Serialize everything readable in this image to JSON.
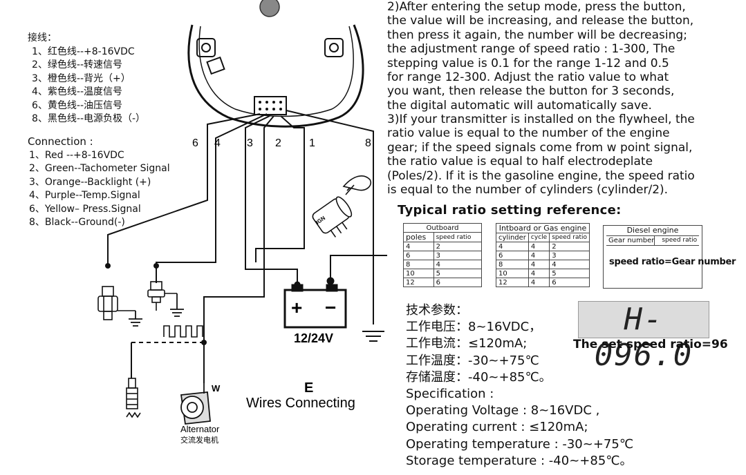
{
  "wiring_cn": {
    "title": "接线：",
    "items": [
      "1、红色线--+8-16VDC",
      "2、绿色线--转速信号",
      "3、橙色线--背光（+）",
      "4、紫色线--温度信号",
      "6、黄色线--油压信号",
      "8、黑色线--电源负极（-）"
    ]
  },
  "wiring_en": {
    "title": "Connection :",
    "items": [
      "1、Red --+8-16VDC",
      "2、Green--Tachometer Signal",
      "3、Orange--Backlight (+)",
      "4、Purple--Temp.Signal",
      "6、Yellow– Press.Signal",
      "8、Black--Ground(-)"
    ]
  },
  "diagram": {
    "wire_numbers": [
      "6",
      "4",
      "3",
      "2",
      "1",
      "8"
    ],
    "battery_label": "12/24V",
    "battery_plus": "+",
    "battery_minus": "−",
    "alternator_label": "Alternator",
    "alternator_label_cn": "交流发电机",
    "w_label": "W",
    "ign_label": "IGN",
    "section_letter": "E",
    "section_title": "Wires Connecting"
  },
  "instructions": {
    "lines_2": [
      "2)After entering the setup mode, press the button,",
      "   the value will be increasing, and release the button,",
      "   then press it again, the number will be decreasing;",
      "   the adjustment range of speed ratio : 1-300, The",
      "   stepping  value is 0.1 for  the range 1-12  and 0.5",
      "   for range 12-300. Adjust the ratio value to  what",
      "   you want, then  release the button for  3 seconds,",
      "   the digital  automatic will automatically  save."
    ],
    "lines_3": [
      "3)If your transmitter is installed on the flywheel, the",
      "   ratio value is equal to the number of the engine",
      "   gear; if the  speed signals  come from w point signal,",
      "   the ratio value is equal to half electrodeplate",
      "   (Poles/2). If it is the  gasoline engine, the speed ratio",
      "   is equal to the   number of cylinders (cylinder/2)."
    ]
  },
  "ratio_heading": "Typical ratio setting reference:",
  "tables": {
    "outboard": {
      "caption": "Outboard",
      "headers": [
        "poles",
        "speed ratio"
      ],
      "rows": [
        [
          "4",
          "2"
        ],
        [
          "6",
          "3"
        ],
        [
          "8",
          "4"
        ],
        [
          "10",
          "5"
        ],
        [
          "12",
          "6"
        ]
      ]
    },
    "inboard": {
      "caption": "Intboard or Gas engine",
      "headers": [
        "cylinder",
        "cycle",
        "speed ratio"
      ],
      "rows": [
        [
          "4",
          "4",
          "2"
        ],
        [
          "6",
          "4",
          "3"
        ],
        [
          "8",
          "4",
          "4"
        ],
        [
          "10",
          "4",
          "5"
        ],
        [
          "12",
          "4",
          "6"
        ]
      ]
    },
    "diesel": {
      "caption": "Diesel engine",
      "headers": [
        "Gear number",
        "speed ratio"
      ],
      "formula": "speed ratio=Gear number"
    }
  },
  "display": {
    "lcd_text": "H-096.0",
    "caption": "The set speed ratio=96"
  },
  "specs_cn": {
    "title": "技术参数：",
    "items": [
      "工作电压：8~16VDC，",
      "工作电流：≤120mA;",
      "工作温度：-30~+75℃",
      "存储温度：-40~+85℃。"
    ]
  },
  "specs_en": {
    "title": "Specification :",
    "items": [
      "Operating Voltage : 8~16VDC ,",
      "Operating current : ≤120mA;",
      "Operating temperature : -30~+75℃",
      "Storage temperature : -40~+85℃。"
    ]
  }
}
